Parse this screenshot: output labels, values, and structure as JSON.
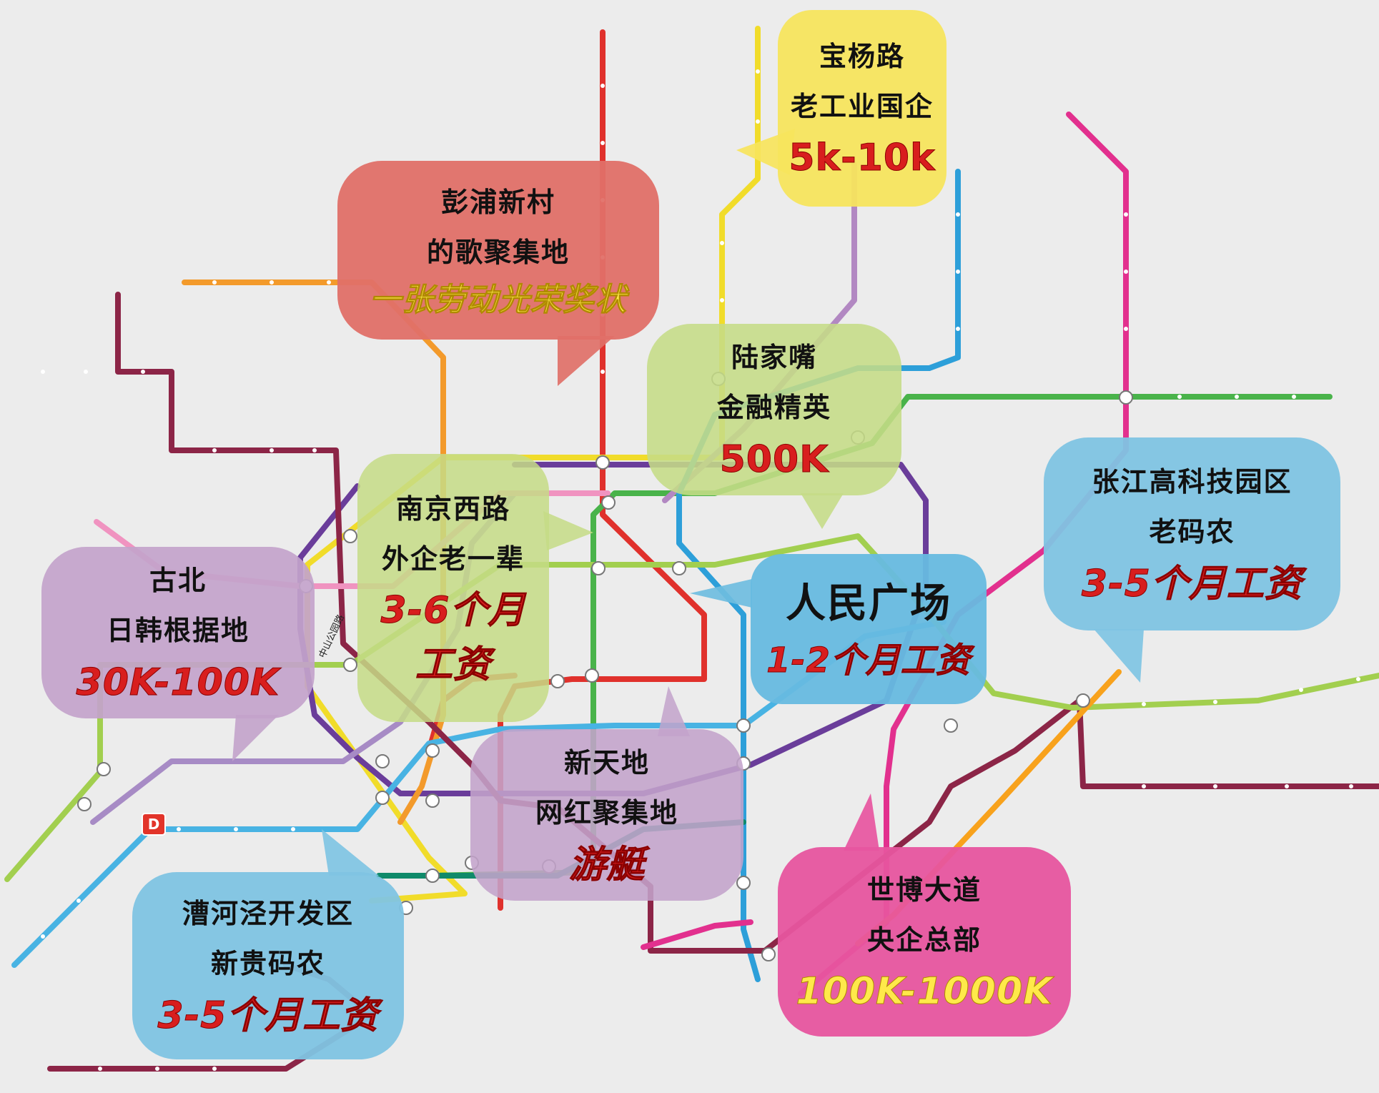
{
  "map": {
    "badge": "D",
    "road_label": "中山公园路"
  },
  "colors": {
    "red_bubble": "#e07068",
    "yellow_bubble": "#f7e45c",
    "green_bubble": "#c5dc86",
    "purple_bubble": "#c3a3cb",
    "blue_bubble": "#7fc4e3",
    "pink_bubble": "#e7559f"
  },
  "bubbles": [
    {
      "id": "baoyang",
      "line1": "宝杨路",
      "line2": "老工业国企",
      "salary": "5k-10k"
    },
    {
      "id": "pengpu",
      "line1": "彭浦新村",
      "line2": "的歌聚集地",
      "salary": "一张劳动光荣奖状"
    },
    {
      "id": "lujiazui",
      "line1": "陆家嘴",
      "line2": "金融精英",
      "salary": "500K"
    },
    {
      "id": "nanjing",
      "line1": "南京西路",
      "line2": "外企老一辈",
      "salary": "3-6个月",
      "salary2": "工资"
    },
    {
      "id": "gubei",
      "line1": "古北",
      "line2": "日韩根据地",
      "salary": "30K-100K"
    },
    {
      "id": "renmin",
      "line1": "人民广场",
      "salary": "1-2个月工资"
    },
    {
      "id": "zhangjiang",
      "line1": "张江高科技园区",
      "line2": "老码农",
      "salary": "3-5个月工资"
    },
    {
      "id": "xintiandi",
      "line1": "新天地",
      "line2": "网红聚集地",
      "salary": "游艇"
    },
    {
      "id": "caohejing",
      "line1": "漕河泾开发区",
      "line2": "新贵码农",
      "salary": "3-5个月工资"
    },
    {
      "id": "shibo",
      "line1": "世博大道",
      "line2": "央企总部",
      "salary": "100K-1000K"
    }
  ]
}
